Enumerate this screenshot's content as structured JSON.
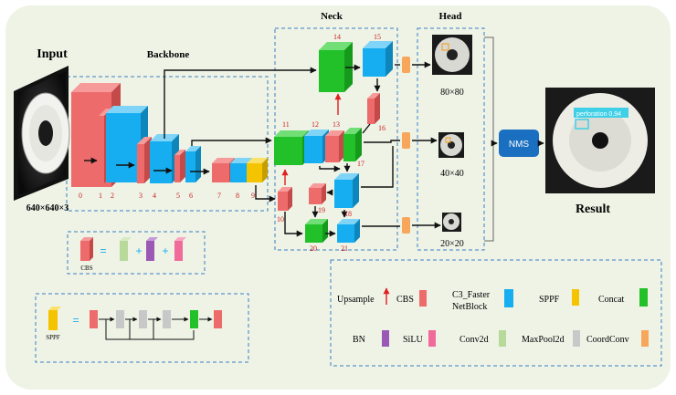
{
  "sections": {
    "input": "Input",
    "backbone": "Backbone",
    "neck": "Neck",
    "head": "Head",
    "result": "Result"
  },
  "input_size": "640×640×3",
  "nms": "NMS",
  "detection_label": "perforation  0.94",
  "head_sizes": [
    "80×80",
    "40×40",
    "20×20"
  ],
  "layer_numbers": [
    "0",
    "1",
    "2",
    "3",
    "4",
    "5",
    "6",
    "7",
    "8",
    "9",
    "10",
    "11",
    "12",
    "13",
    "14",
    "15",
    "16",
    "17",
    "18",
    "19",
    "20",
    "21"
  ],
  "cbs_module": {
    "label": "CBS",
    "equals": "=",
    "plus": "+"
  },
  "sppf_module": {
    "label": "SPPF",
    "equals": "="
  },
  "legend": {
    "upsample": "Upsample",
    "cbs": "CBS",
    "c3_line1": "C3_Faster",
    "c3_line2": "NetBlock",
    "sppf": "SPPF",
    "concat": "Concat",
    "bn": "BN",
    "silu": "SiLU",
    "conv2d": "Conv2d",
    "maxpool": "MaxPool2d",
    "coordconv": "CoordConv"
  },
  "colors": {
    "cbs": "#ee6b6b",
    "c3": "#16aef0",
    "sppf": "#f5c400",
    "concat": "#22c12a",
    "bn": "#9b59b6",
    "silu": "#f06a9a",
    "conv2d": "#b7d99a",
    "maxpool": "#c8c8c8",
    "coordconv": "#f7a65a",
    "nms": "#1a6fc0",
    "layer_number": "#cc2020",
    "upsample_arrow": "#e02020",
    "dashed": "#3b7fc4",
    "panel": "#eef3e6"
  }
}
